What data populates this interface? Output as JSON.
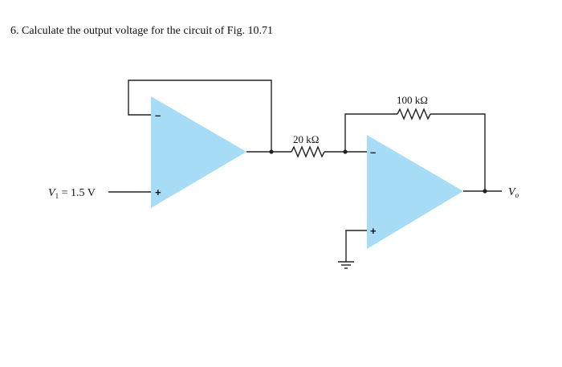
{
  "question": {
    "text": "6. Calculate the output voltage for the circuit of Fig. 10.71"
  },
  "figure": {
    "opamp_color": "#a6dcf5",
    "wire_color": "#222222",
    "input": {
      "label_prefix": "V",
      "label_subscript": "1",
      "label_value": " = 1.5 V"
    },
    "opamp1": {
      "minus": "–",
      "plus": "+"
    },
    "opamp2": {
      "minus": "–",
      "plus": "+"
    },
    "r_in": {
      "label": "20 kΩ"
    },
    "r_feedback": {
      "label": "100 kΩ"
    },
    "output": {
      "label_prefix": "V",
      "label_subscript": "o"
    }
  }
}
